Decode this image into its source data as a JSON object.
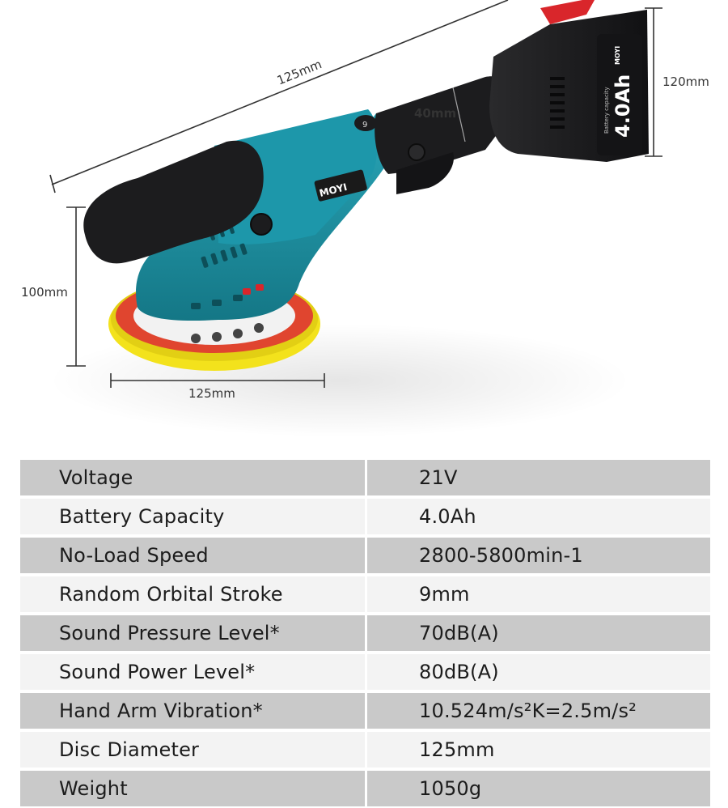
{
  "figure": {
    "dimensions": {
      "overall_length": "125mm",
      "grip_diameter": "40mm",
      "battery_height": "120mm",
      "head_height": "100mm",
      "pad_diameter": "125mm"
    },
    "battery_label": "4.0Ah",
    "battery_caption": "Battery capacity",
    "brand": "MOYI",
    "speed_dial_value": "9",
    "colors": {
      "body_teal": "#1a8c9e",
      "grip_black": "#1c1c1e",
      "pad_yellow": "#f3e21c",
      "pad_red": "#e0452f",
      "battery_red": "#d9262b"
    }
  },
  "specs": [
    {
      "label": "Voltage",
      "value": "21V"
    },
    {
      "label": "Battery Capacity",
      "value": "4.0Ah"
    },
    {
      "label": "No-Load Speed",
      "value": "2800-5800min-1"
    },
    {
      "label": "Random Orbital Stroke",
      "value": "9mm"
    },
    {
      "label": "Sound Pressure Level*",
      "value": "70dB(A)"
    },
    {
      "label": "Sound Power Level*",
      "value": "80dB(A)"
    },
    {
      "label": "Hand Arm Vibration*",
      "value": "10.524m/s²K=2.5m/s²"
    },
    {
      "label": "Disc Diameter",
      "value": "125mm"
    },
    {
      "label": "Weight",
      "value": "1050g"
    }
  ]
}
